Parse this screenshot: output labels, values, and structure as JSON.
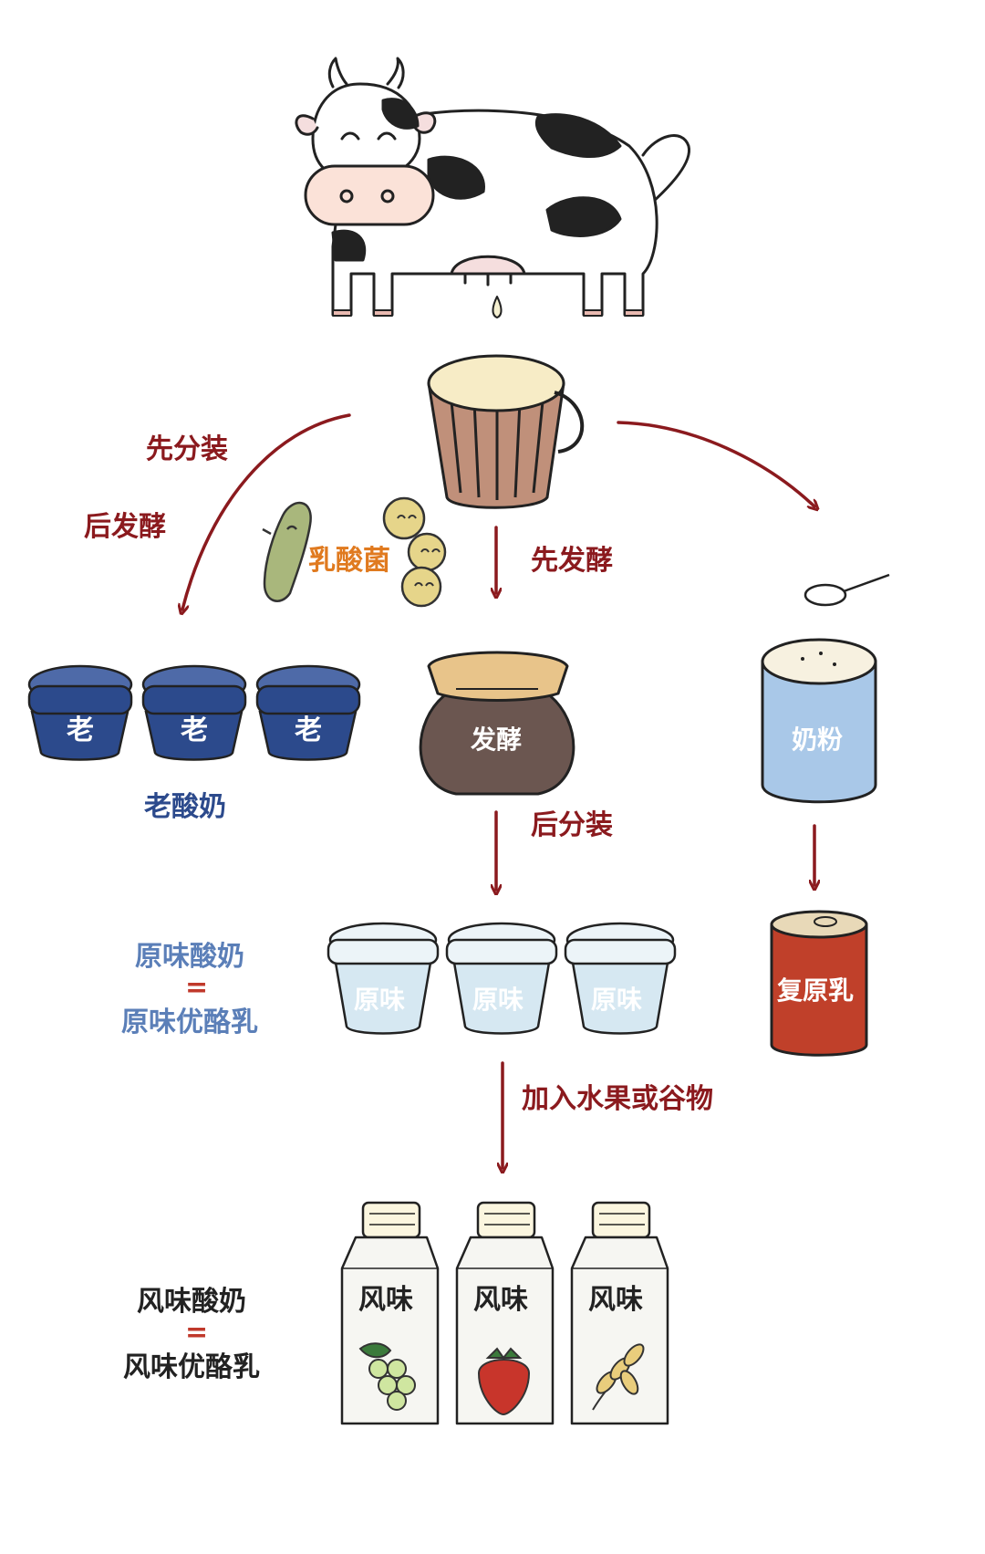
{
  "colors": {
    "arrow": "#8b1a1e",
    "bacteria": "#e07a1f",
    "old_yogurt": "#2c4a8c",
    "plain_yogurt": "#5b7fb8",
    "flavored": "#222222",
    "can_red": "#c0402a",
    "powder_tin": "#a9c8e8",
    "ferment_jar": "#6b5650"
  },
  "icons": {
    "cow": "cow-icon",
    "bucket": "milk-bucket-icon",
    "bacteria": "lactic-bacteria-icon",
    "scoop": "powder-scoop-icon"
  },
  "labels": {
    "first_pack": "先分装",
    "then_ferment": "后发酵",
    "bacteria": "乳酸菌",
    "first_ferment": "先发酵",
    "then_pack": "后分装",
    "add_fruit": "加入水果或谷物"
  },
  "old_yogurt": {
    "cup_char": "老",
    "caption": "老酸奶"
  },
  "ferment": {
    "jar_label": "发酵"
  },
  "powder": {
    "tin_label": "奶粉"
  },
  "reconstituted": {
    "can_label": "复原乳"
  },
  "plain": {
    "cup_label": "原味",
    "caption_top": "原味酸奶",
    "equals": "=",
    "caption_bottom": "原味优酪乳"
  },
  "flavored": {
    "carton_label": "风味",
    "caption_top": "风味酸奶",
    "equals": "=",
    "caption_bottom": "风味优酪乳",
    "fruits": [
      "grape-icon",
      "strawberry-icon",
      "grain-icon"
    ]
  }
}
